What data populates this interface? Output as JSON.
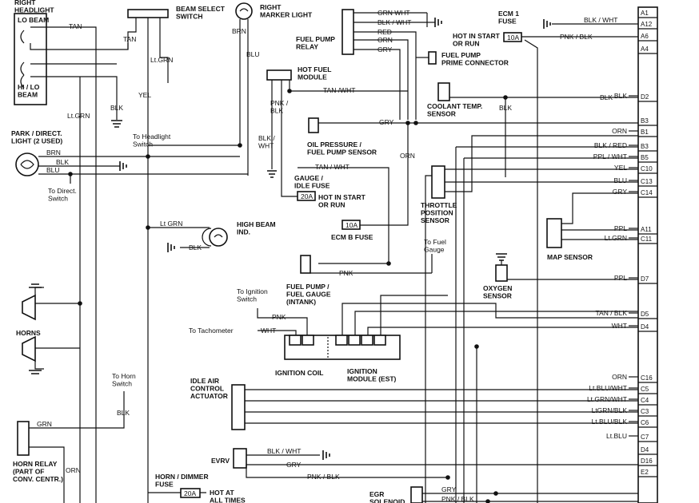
{
  "components": {
    "headlight_title": "RIGHT\nHEADLIGHT",
    "lo_beam": "LO BEAM",
    "hi_lo_beam": "HI / LO\nBEAM",
    "beam_select": "BEAM SELECT\nSWITCH",
    "right_marker": "RIGHT\nMARKER LIGHT",
    "fuel_pump_relay": "FUEL PUMP\nRELAY",
    "hot_fuel_module": "HOT FUEL\nMODULE",
    "ecm1_fuse": "ECM 1\nFUSE",
    "hot_start_run_1": "HOT IN START\nOR RUN",
    "fuse_10a_1": "10A",
    "fuel_pump_prime": "FUEL PUMP\nPRIME CONNECTOR",
    "coolant_temp": "COOLANT TEMP.\nSENSOR",
    "oil_pressure": "OIL PRESSURE /\nFUEL PUMP SENSOR",
    "park_direct": "PARK / DIRECT.\nLIGHT (2 USED)",
    "to_direct_switch": "To Direct.\nSwitch",
    "to_headlight_switch": "To Headlight\nSwitch",
    "gauge_idle_fuse": "GAUGE /\nIDLE FUSE",
    "fuse_20a_1": "20A",
    "hot_start_run_2": "HOT IN START\nOR RUN",
    "throttle_position": "THROTTLE\nPOSITION\nSENSOR",
    "fuse_10a_2": "10A",
    "ecm_b_fuse": "ECM B FUSE",
    "high_beam_ind": "HIGH BEAM\nIND.",
    "map_sensor": "MAP SENSOR",
    "to_fuel_gauge": "To Fuel\nGauge",
    "fuel_pump_gauge": "FUEL PUMP /\nFUEL GAUGE\n(INTANK)",
    "oxygen_sensor": "OXYGEN\nSENSOR",
    "to_ignition_switch": "To Ignition\nSwitch",
    "to_tachometer": "To Tachometer",
    "horns": "HORNS",
    "ignition_coil": "IGNITION COIL",
    "ignition_module": "IGNITION\nMODULE (EST)",
    "to_horn_switch": "To Horn\nSwitch",
    "idle_air": "IDLE AIR\nCONTROL\nACTUATOR",
    "evrv": "EVRV",
    "horn_relay": "HORN RELAY\n(PART OF\nCONV. CENTR.)",
    "horn_dimmer_fuse": "HORN / DIMMER\nFUSE",
    "fuse_20a_2": "20A",
    "hot_at_all_times": "HOT AT\nALL TIMES",
    "egr_solenoid": "EGR\nSOLENOID"
  },
  "wires": {
    "tan": "TAN",
    "tan_2": "TAN",
    "lt_grn": "Lt.GRN",
    "yel": "YEL",
    "blk": "BLK",
    "brn": "BRN",
    "blu": "BLU",
    "lt_grn_2": "Lt.GRN",
    "grn_wht": "GRN  WHT",
    "blk_wht": "BLK / WHT",
    "red": "RED",
    "orn": "ORN",
    "gry": "GRY",
    "blk_wht_ecm": "BLK / WHT",
    "pnk_blk_ecm": "PNK / BLK",
    "tan_wht": "TAN /WHT",
    "pnk_blk": "PNK /\nBLK",
    "blk_wht_2": "BLK /\nWHT",
    "gry_2": "GRY",
    "blk_coolant": "BLK",
    "blk_coolant_2": "BLK",
    "brn_park": "BRN",
    "blk_park": "BLK",
    "blu_park": "BLU",
    "tan_wht_2": "TAN / WHT",
    "orn_vert": "ORN",
    "lt_grn_hb": "Lt GRN",
    "blk_hb": "BLK",
    "pnk_fp": "PNK",
    "pnk_ign": "PNK",
    "wht_tach": "WHT",
    "grn_horn": "GRN",
    "blk_horn": "BLK",
    "orn_horn": "ORN",
    "blk_wht_evrv": "BLK / WHT",
    "gry_evrv": "GRY",
    "pnk_blk_evrv": "PNK / BLK",
    "gry_egr": "GRY",
    "pnk_egr": "PNK / BLK"
  },
  "ecm_pins": [
    {
      "pin": "A1",
      "wire": ""
    },
    {
      "pin": "A12",
      "wire": ""
    },
    {
      "pin": "A6",
      "wire": ""
    },
    {
      "pin": "A4",
      "wire": ""
    },
    {
      "pin": "D2",
      "wire": "BLK"
    },
    {
      "pin": "B3",
      "wire": ""
    },
    {
      "pin": "B1",
      "wire": "ORN"
    },
    {
      "pin": "B3",
      "wire": "BLK / RED"
    },
    {
      "pin": "B5",
      "wire": "PPL / WHT"
    },
    {
      "pin": "C10",
      "wire": "YEL"
    },
    {
      "pin": "C13",
      "wire": "BLU"
    },
    {
      "pin": "C14",
      "wire": "GRY"
    },
    {
      "pin": "A11",
      "wire": "PPL"
    },
    {
      "pin": "C11",
      "wire": "Lt.GRN"
    },
    {
      "pin": "D7",
      "wire": "PPL"
    },
    {
      "pin": "D5",
      "wire": "TAN / BLK"
    },
    {
      "pin": "D4",
      "wire": "WHT"
    },
    {
      "pin": "C16",
      "wire": "ORN"
    },
    {
      "pin": "C5",
      "wire": "Lt.BLU/WHT"
    },
    {
      "pin": "C4",
      "wire": "Lt.GRN/WHT"
    },
    {
      "pin": "C3",
      "wire": "LtGRN/BLK"
    },
    {
      "pin": "C6",
      "wire": "Lt.BLU/BLK"
    },
    {
      "pin": "C7",
      "wire": "Lt.BLU"
    },
    {
      "pin": "D4",
      "wire": ""
    },
    {
      "pin": "D16",
      "wire": ""
    },
    {
      "pin": "E2",
      "wire": ""
    }
  ]
}
